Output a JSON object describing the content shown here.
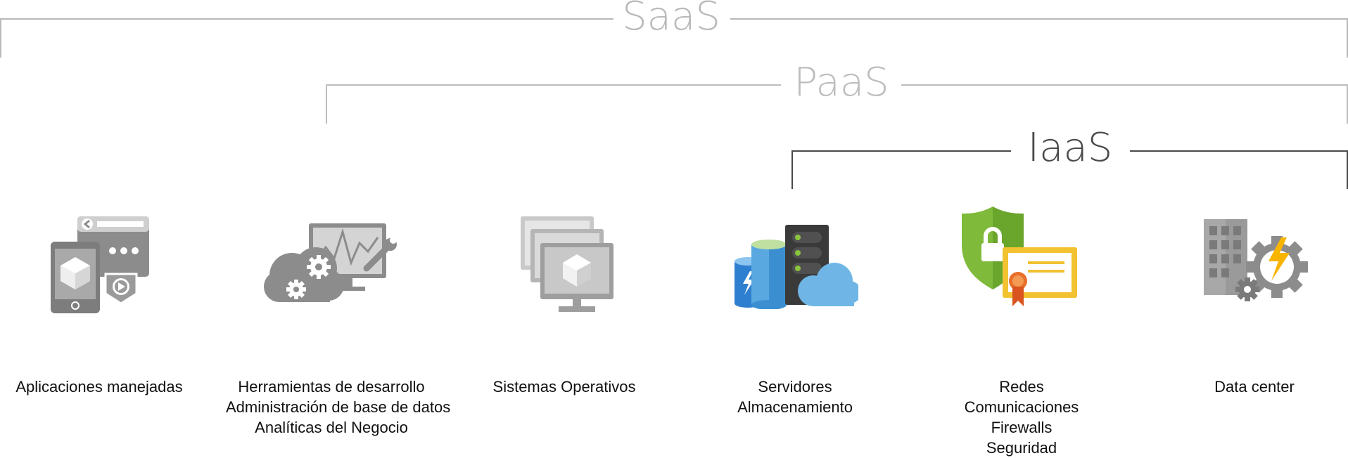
{
  "brackets": {
    "saas": "SaaS",
    "paas": "PaaS",
    "iaas": "IaaS"
  },
  "items": [
    {
      "icon": "managed-apps-icon",
      "lines": [
        "Aplicaciones manejadas"
      ]
    },
    {
      "icon": "dev-tools-icon",
      "lines": [
        "Herramientas de desarrollo",
        "Administración de base de datos",
        "Analíticas del Negocio"
      ]
    },
    {
      "icon": "operating-systems-icon",
      "lines": [
        "Sistemas Operativos"
      ]
    },
    {
      "icon": "servers-storage-icon",
      "lines": [
        "Servidores",
        "Almacenamiento"
      ]
    },
    {
      "icon": "network-security-icon",
      "lines": [
        "Redes",
        "Comunicaciones",
        "Firewalls",
        "Seguridad"
      ]
    },
    {
      "icon": "datacenter-icon",
      "lines": [
        "Data center"
      ]
    }
  ],
  "colors": {
    "saas_line": "#b9b9b9",
    "paas_line": "#bdbdbd",
    "iaas_line": "#4a4a4a",
    "icon_gray": "#8c8c8c",
    "azure_blue": "#3b8fd1",
    "shield_green": "#7fba3a",
    "cert_yellow": "#f2c230",
    "bolt_yellow": "#f7b500"
  }
}
